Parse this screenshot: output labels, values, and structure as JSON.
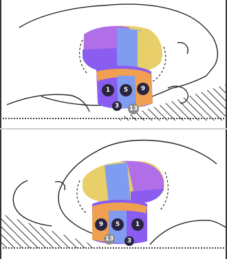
{
  "panels": [
    {
      "id": "top",
      "markers": [
        {
          "text": "1",
          "style": "dark"
        },
        {
          "text": "5",
          "style": "dark"
        },
        {
          "text": "9",
          "style": "dark"
        },
        {
          "text": "3",
          "style": "dark"
        },
        {
          "text": "13",
          "style": "gray"
        }
      ]
    },
    {
      "id": "bottom",
      "markers": [
        {
          "text": "9",
          "style": "dark"
        },
        {
          "text": "5",
          "style": "dark"
        },
        {
          "text": "1",
          "style": "dark"
        },
        {
          "text": "13",
          "style": "gray"
        },
        {
          "text": "3",
          "style": "dark"
        }
      ]
    }
  ],
  "colors": {
    "purple": "#8a5cf0",
    "violet": "#b06ee8",
    "blue": "#7f9cf0",
    "yellow": "#e9cf6a",
    "orange": "#f0a050",
    "dark_marker": "#2a2440",
    "gray_marker": "#8a8a8a",
    "hatch": "#333333"
  }
}
